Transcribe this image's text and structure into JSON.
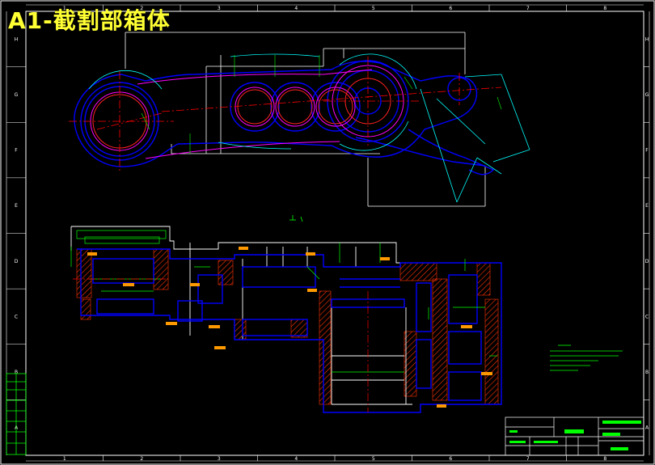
{
  "drawing": {
    "title": "A1-截割部箱体",
    "border_numbers_top": [
      "1",
      "2",
      "3",
      "4",
      "5",
      "6",
      "7",
      "8"
    ],
    "border_numbers_bottom": [
      "1",
      "2",
      "3",
      "4",
      "5",
      "6",
      "7",
      "8"
    ],
    "border_letters_left": [
      "H",
      "G",
      "F",
      "E",
      "D",
      "C",
      "B",
      "A"
    ],
    "border_letters_right": [
      "H",
      "G",
      "F",
      "E",
      "D",
      "C",
      "B",
      "A"
    ]
  },
  "colors": {
    "background": "#000000",
    "frame": "#ffffff",
    "outline": "#0000ff",
    "centerline": "#ff0000",
    "dimension": "#00ff00",
    "construction": "#ffffff",
    "hatch": "#ff3300",
    "title_text": "#ffff33",
    "magenta": "#ff00ff",
    "cyan": "#00ffff"
  }
}
